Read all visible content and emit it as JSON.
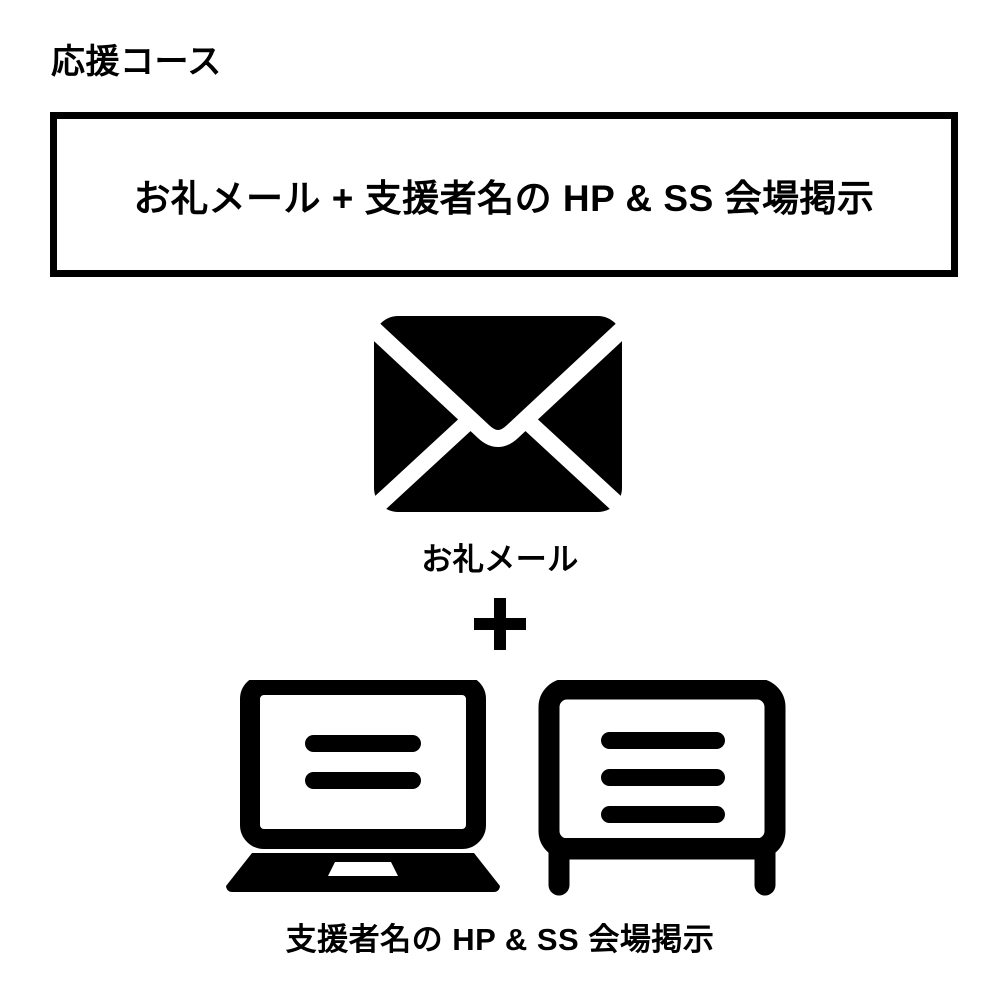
{
  "page": {
    "background_color": "#ffffff",
    "ink_color": "#000000"
  },
  "section": {
    "title": "応援コース"
  },
  "headline": {
    "text": "お礼メール + 支援者名の HP & SS 会場掲示",
    "border_color": "#000000",
    "background_color": "#ffffff"
  },
  "rewards": [
    {
      "icon": "envelope-icon",
      "caption": "お礼メール"
    },
    {
      "icon": "plus-icon",
      "caption": "+"
    },
    {
      "icon": "laptop-icon",
      "secondary_icon": "signboard-icon",
      "caption": "支援者名の HP & SS 会場掲示"
    }
  ],
  "connector": {
    "symbol": "+"
  }
}
